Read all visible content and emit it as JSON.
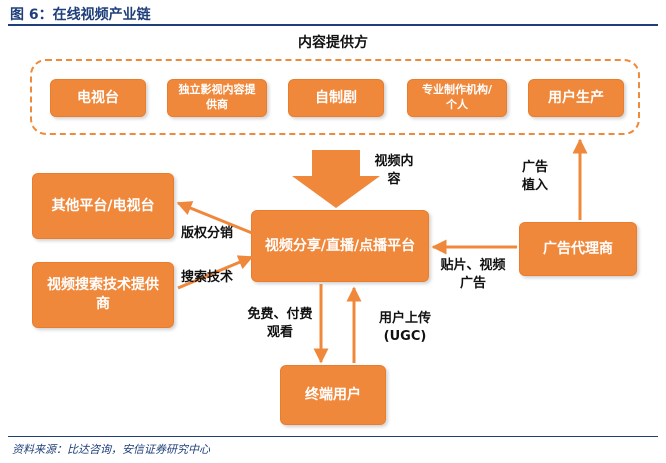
{
  "figure_title": "图 6：在线视频产业链",
  "source_note": "资料来源：比达咨询，安信证券研究中心",
  "provider_group": {
    "title": "内容提供方",
    "items": [
      "电视台",
      "独立影视内容提供商",
      "自制剧",
      "专业制作机构/个人",
      "用户生产"
    ]
  },
  "nodes": {
    "other_platform": "其他平台/电视台",
    "search_provider": "视频搜索技术提供商",
    "main_platform": "视频分享/直播/点播平台",
    "ad_agency": "广告代理商",
    "end_user": "终端用户"
  },
  "labels": {
    "video_content": "视频内容",
    "ad_placement": "广告植入",
    "copyright_distribution": "版权分销",
    "search_tech": "搜索技术",
    "patch_video_ads": "贴片、视频广告",
    "free_paid_viewing": "免费、付费观看",
    "user_upload": "用户上传(UGC)"
  },
  "colors": {
    "accent": "#f0883c",
    "title": "#1f3f7a"
  }
}
